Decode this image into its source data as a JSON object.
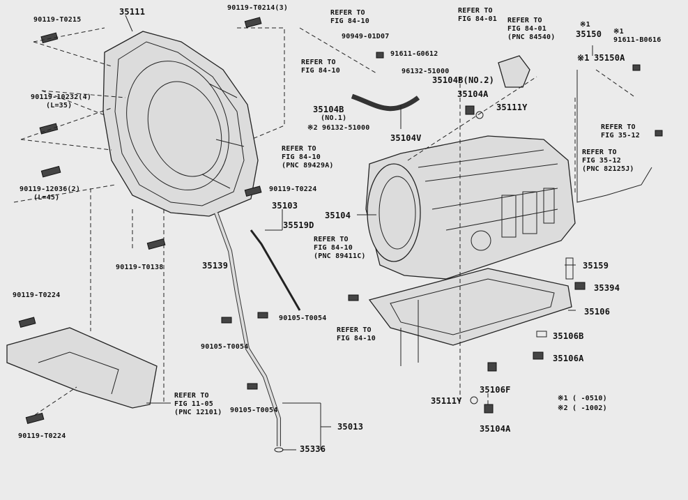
{
  "labels": {
    "p35111": "35111",
    "b90119_T0215": "90119-T0215",
    "b90119_T0214": "90119-T0214(3)",
    "b90119_10232": "90119-10232(4)",
    "b90119_10232_len": "(L=35)",
    "b90119_12036": "90119-12036(2)",
    "b90119_12036_len": "(L=45)",
    "b90119_T0224_a": "90119-T0224",
    "b90119_T0138": "90119-T0138",
    "b90119_T0224_b": "90119-T0224",
    "b90119_T0224_c": "90119-T0224",
    "ref_84_10_a": [
      "REFER TO",
      "FIG 84-10"
    ],
    "ref_84_10_b": [
      "REFER TO",
      "FIG 84-10"
    ],
    "p90949": "90949-01D07",
    "p91611_G0612": "91611-G0612",
    "ref_84_01_a": [
      "REFER TO",
      "FIG 84-01"
    ],
    "ref_84_01_b": [
      "REFER TO",
      "FIG 84-01",
      "(PNC 84540)"
    ],
    "note1_a": "※1",
    "p35150": "35150",
    "note1_b": "※1",
    "p91611_B0616": "91611-B0616",
    "note1_c": "※1",
    "p35150A": "35150A",
    "p96132_51000": "96132-51000",
    "p35104B_no2": "35104B(NO.2)",
    "p35104B": "35104B",
    "p35104B_no1": "(NO.1)",
    "p35104A_a": "35104A",
    "p35111Y_a": "35111Y",
    "note2_96132": "※2 96132-51000",
    "p35104V": "35104V",
    "ref_84_10_c": [
      "REFER TO",
      "FIG 84-10",
      "(PNC 89429A)"
    ],
    "ref_35_12_a": [
      "REFER TO",
      "FIG 35-12"
    ],
    "ref_35_12_b": [
      "REFER TO",
      "FIG 35-12",
      "(PNC 82125J)"
    ],
    "p35103": "35103",
    "p35519D": "35519D",
    "p35104": "35104",
    "ref_84_10_d": [
      "REFER TO",
      "FIG 84-10",
      "(PNC 89411C)"
    ],
    "p35139": "35139",
    "p35159": "35159",
    "p35394": "35394",
    "p35106": "35106",
    "p90105_T0054_a": "90105-T0054",
    "ref_84_10_e": [
      "REFER TO",
      "FIG 84-10"
    ],
    "p90105_T0054_b": "90105-T0054",
    "p35106B": "35106B",
    "p35106A": "35106A",
    "ref_11_05": [
      "REFER TO",
      "FIG 11-05",
      "(PNC 12101)"
    ],
    "p90105_T0054_c": "90105-T0054",
    "p35106F": "35106F",
    "p35111Y_b": "35111Y",
    "p35013": "35013",
    "p35336": "35336",
    "p35104A_b": "35104A",
    "legend1": "※1 (    -0510)",
    "legend2": "※2 (    -1002)"
  }
}
